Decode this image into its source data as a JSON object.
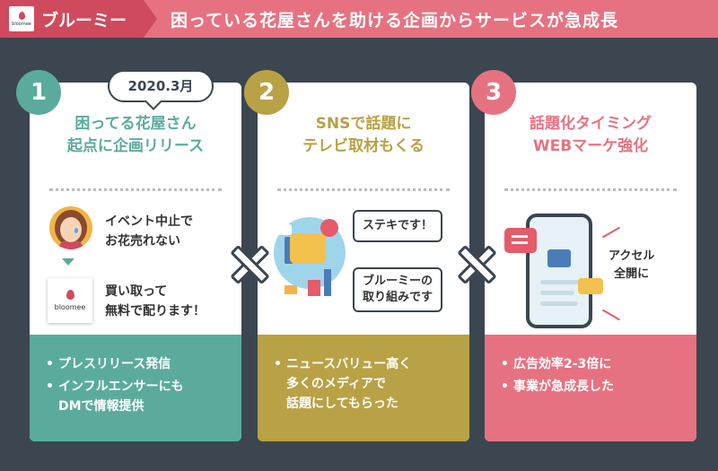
{
  "header": {
    "logo_word": "bloomee",
    "brand": "ブルーミー",
    "title": "困っている花屋さんを助ける企画からサービスが急成長"
  },
  "steps": [
    {
      "number": "1",
      "date": "2020.3月",
      "title_lines": [
        "困ってる花屋さん",
        "起点に企画リリース"
      ],
      "msg1_lines": [
        "イベント中止で",
        "お花売れない"
      ],
      "logo_word": "bloomee",
      "msg2_lines": [
        "買い取って",
        "無料で配ります！"
      ],
      "bullets": [
        "プレスリリース発信",
        "インフルエンサーにも",
        "DMで情報提供"
      ]
    },
    {
      "number": "2",
      "title_lines": [
        "SNSで話題に",
        "テレビ取材もくる"
      ],
      "bubble_a": "ステキです！",
      "bubble_b_lines": [
        "ブルーミーの",
        "取り組みです"
      ],
      "bullets": [
        "ニュースバリュー高く",
        "多くのメディアで",
        "話題にしてもらった"
      ]
    },
    {
      "number": "3",
      "title_lines": [
        "話題化タイミング",
        "WEBマーケ強化"
      ],
      "accel_lines": [
        "アクセル",
        "全開に"
      ],
      "bullets": [
        "広告効率2-3倍に",
        "事業が急成長した"
      ]
    }
  ],
  "bullet_mark": "•",
  "colors": {
    "background": "#3b4650",
    "header": "#e67281",
    "brand": "#cf4a5d",
    "step1": "#5bab9d",
    "step2": "#b9a146",
    "step3": "#e67281"
  }
}
